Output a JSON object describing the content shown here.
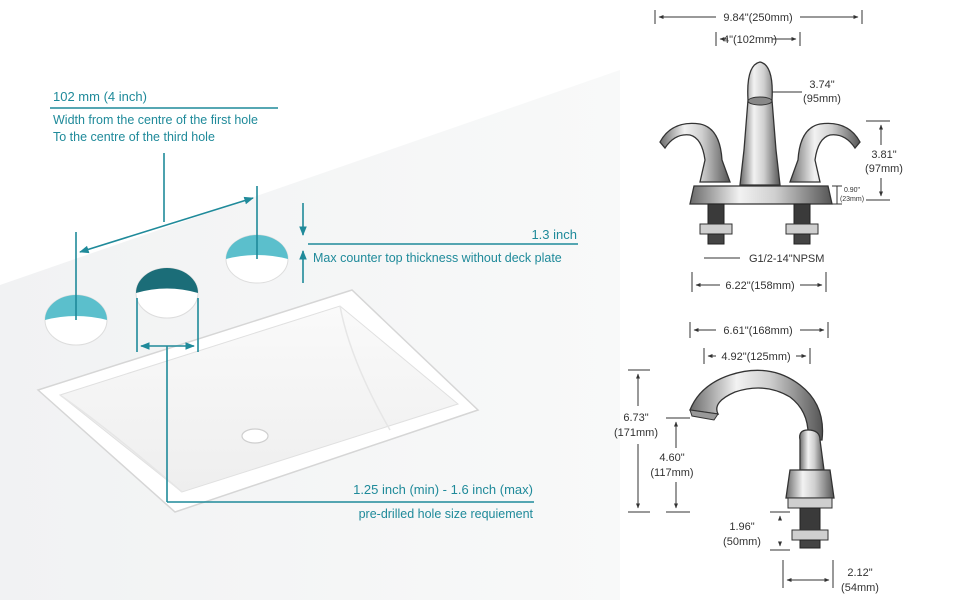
{
  "left_panel": {
    "spacing": {
      "title": "102 mm (4 inch)",
      "line1": "Width from the centre of the first hole",
      "line2": "To the centre of the third hole"
    },
    "thickness": {
      "value": "1.3 inch",
      "caption": "Max counter top thickness without deck plate"
    },
    "hole_size": {
      "value": "1.25 inch (min) - 1.6 inch (max)",
      "caption": "pre-drilled hole size requiement"
    }
  },
  "front_view": {
    "overall_width": "9.84\"(250mm)",
    "center_spacing": "4\"(102mm)",
    "spout_height_in": "3.74\"",
    "spout_height_mm": "(95mm)",
    "handle_height_in": "3.81\"",
    "handle_height_mm": "(97mm)",
    "deck_in": "0.90\"",
    "deck_mm": "(23mm)",
    "thread": "G1/2-14\"NPSM",
    "base_width": "6.22\"(158mm)"
  },
  "side_view": {
    "overall_depth": "6.61\"(168mm)",
    "spout_reach": "4.92\"(125mm)",
    "total_height_in": "6.73\"",
    "total_height_mm": "(171mm)",
    "spout_clear_in": "4.60\"",
    "spout_clear_mm": "(117mm)",
    "shank_in": "1.96\"",
    "shank_mm": "(50mm)",
    "base_in": "2.12\"",
    "base_mm": "(54mm)"
  },
  "colors": {
    "accent": "#1f8a9a",
    "hole_fill": "#5bbfcc",
    "line": "#333333"
  }
}
